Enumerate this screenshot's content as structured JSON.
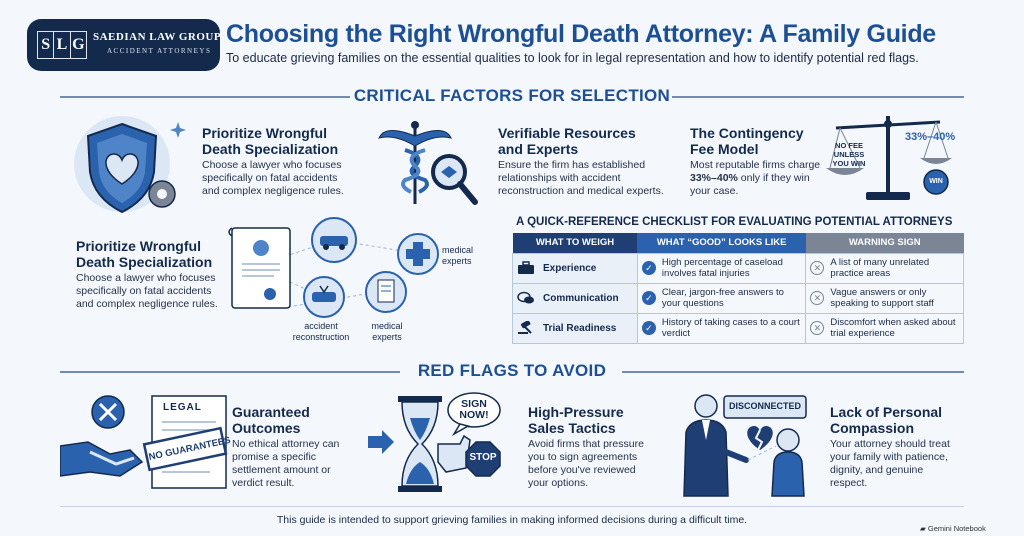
{
  "header": {
    "logo_monogram": [
      "S",
      "L",
      "G"
    ],
    "logo_name": "SAEDIAN LAW GROUP",
    "logo_tagline": "ACCIDENT ATTORNEYS",
    "title": "Choosing the Right Wrongful Death Attorney: A Family Guide",
    "subtitle": "To educate grieving families on the essential qualities to look for in legal representation and how to identify potential red flags."
  },
  "critical": {
    "heading": "CRITICAL FACTORS FOR SELECTION",
    "factor1": {
      "title_line1": "Prioritize Wrongful",
      "title_line2": "Death Specialization",
      "desc_line1": "Choose a lawyer who focuses",
      "desc_line2": "specifically on fatal accidents",
      "desc_line3": "and complex negligence rules."
    },
    "factor2": {
      "title_line1": "Verifiable Resources",
      "title_line2": "and Experts",
      "desc_line1": "Ensure the firm has established",
      "desc_line2": "relationships with accident",
      "desc_line3": "reconstruction and medical experts."
    },
    "factor3": {
      "title_line1": "The Contingency",
      "title_line2": "Fee Model",
      "desc_line1": "Most reputable firms charge",
      "desc_bold": "33%–40%",
      "desc_rest": " only if they win",
      "desc_line3": "your case.",
      "scale_left": [
        "NO FEE",
        "UNLESS",
        "YOU WIN"
      ],
      "scale_right": "33%–40%",
      "scale_badge": "WIN"
    },
    "factor4": {
      "title_line1": "Prioritize Wrongful",
      "title_line2": "Death Specialization",
      "desc_line1": "Choose a lawyer who focuses",
      "desc_line2": "specifically on fatal accidents",
      "desc_line3": "and complex negligence rules."
    },
    "expert_labels": {
      "medical_top": [
        "medical",
        "experts"
      ],
      "accident": [
        "accident",
        "reconstruction"
      ],
      "medical_bottom": [
        "medical",
        "experts"
      ]
    }
  },
  "checklist": {
    "title": "A QUICK-REFERENCE CHECKLIST FOR EVALUATING POTENTIAL ATTORNEYS",
    "columns": [
      "WHAT TO WEIGH",
      "WHAT “GOOD” LOOKS LIKE",
      "WARNING SIGN"
    ],
    "rows": [
      {
        "weigh": "Experience",
        "good": "High percentage of caseload involves fatal injuries",
        "warning": "A list of many unrelated practice areas"
      },
      {
        "weigh": "Communication",
        "good": "Clear, jargon-free answers to your questions",
        "warning": "Vague answers or only speaking to support staff"
      },
      {
        "weigh": "Trial Readiness",
        "good": "History of taking cases to a court verdict",
        "warning": "Discomfort when asked about trial experience"
      }
    ]
  },
  "red_flags": {
    "heading": "RED FLAGS TO AVOID",
    "flag1": {
      "title_line1": "Guaranteed",
      "title_line2": "Outcomes",
      "desc_lines": [
        "No ethical attorney can",
        "promise a specific",
        "settlement amount or",
        "verdict result."
      ],
      "doc_label": "LEGAL",
      "stamp": "NO GUARANTEES"
    },
    "flag2": {
      "title_line1": "High-Pressure",
      "title_line2": "Sales Tactics",
      "desc_lines": [
        "Avoid firms that pressure",
        "you to sign agreements",
        "before you've reviewed",
        "your options."
      ],
      "bubble": [
        "SIGN",
        "NOW!"
      ],
      "stop": "STOP"
    },
    "flag3": {
      "title_line1": "Lack of Personal",
      "title_line2": "Compassion",
      "desc_lines": [
        "Your attorney should treat",
        "your family with patience,",
        "dignity, and genuine",
        "respect."
      ],
      "sign": "DISCONNECTED"
    }
  },
  "footer": {
    "text": "This guide is intended to support grieving families in making informed decisions during a difficult time.",
    "badge": "Gemini Notebook"
  },
  "colors": {
    "navy": "#142a4d",
    "blue": "#2a62ad",
    "title_blue": "#1d4f94",
    "gray": "#7b8595"
  }
}
